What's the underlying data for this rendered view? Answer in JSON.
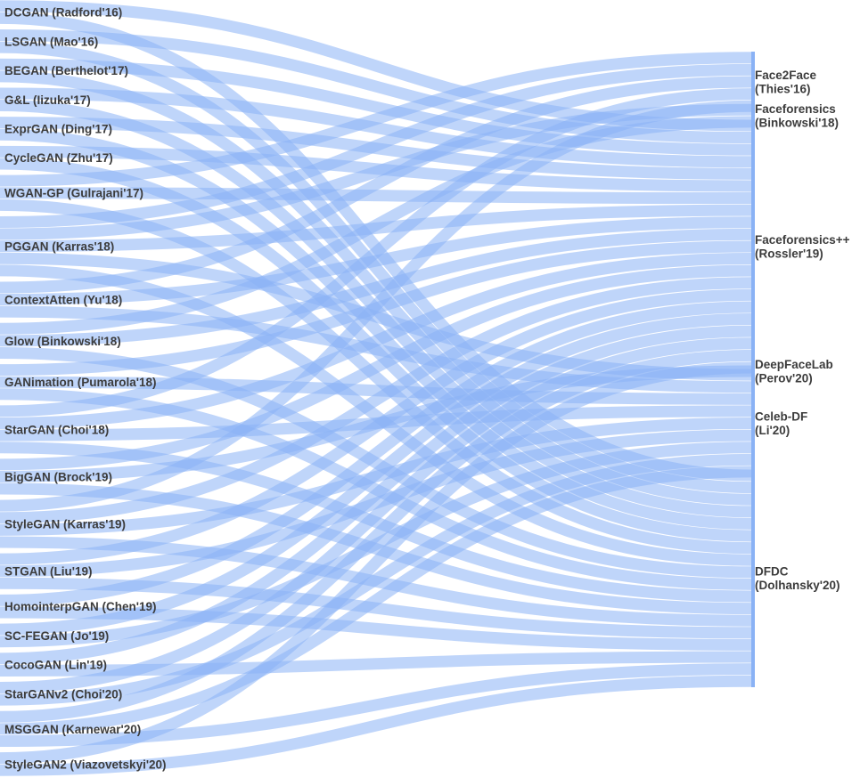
{
  "colors": {
    "link": "#8ab2f5",
    "node": "#8ab2f5",
    "label": "#3c3c3c"
  },
  "chart_data": {
    "type": "sankey",
    "sources": [
      {
        "id": "dcgan",
        "label": "DCGAN (Radford'16)"
      },
      {
        "id": "lsgan",
        "label": "LSGAN (Mao'16)"
      },
      {
        "id": "began",
        "label": "BEGAN (Berthelot'17)"
      },
      {
        "id": "gl",
        "label": "G&L (Iizuka'17)"
      },
      {
        "id": "exprgan",
        "label": "ExprGAN (Ding'17)"
      },
      {
        "id": "cyclegan",
        "label": "CycleGAN (Zhu'17)"
      },
      {
        "id": "wgangp",
        "label": "WGAN-GP (Gulrajani'17)"
      },
      {
        "id": "pggan",
        "label": "PGGAN (Karras'18)"
      },
      {
        "id": "contextatten",
        "label": "ContextAtten (Yu'18)"
      },
      {
        "id": "glow",
        "label": "Glow (Binkowski'18)"
      },
      {
        "id": "ganimation",
        "label": "GANimation (Pumarola'18)"
      },
      {
        "id": "stargan",
        "label": "StarGAN (Choi'18)"
      },
      {
        "id": "biggan",
        "label": "BigGAN (Brock'19)"
      },
      {
        "id": "stylegan",
        "label": "StyleGAN (Karras'19)"
      },
      {
        "id": "stgan",
        "label": "STGAN (Liu'19)"
      },
      {
        "id": "homointerpgan",
        "label": "HomointerpGAN (Chen'19)"
      },
      {
        "id": "scfegan",
        "label": "SC-FEGAN (Jo'19)"
      },
      {
        "id": "cocogan",
        "label": "CocoGAN (Lin'19)"
      },
      {
        "id": "starganv2",
        "label": "StarGANv2 (Choi'20)"
      },
      {
        "id": "msggan",
        "label": "MSGGAN (Karnewar'20)"
      },
      {
        "id": "stylegan2",
        "label": "StyleGAN2 (Viazovetskyi'20)"
      }
    ],
    "targets": [
      {
        "id": "face2face",
        "label": [
          "Face2Face",
          "(Thies'16)"
        ]
      },
      {
        "id": "faceforensics",
        "label": [
          "Faceforensics",
          "(Binkowski'18)"
        ]
      },
      {
        "id": "faceforensicspp",
        "label": [
          "Faceforensics++",
          "(Rossler'19)"
        ]
      },
      {
        "id": "deepfacelab",
        "label": [
          "DeepFaceLab",
          "(Perov'20)"
        ]
      },
      {
        "id": "celebdf",
        "label": [
          "Celeb-DF",
          "(Li'20)"
        ]
      },
      {
        "id": "dfdc",
        "label": [
          "DFDC",
          "(Dolhansky'20)"
        ]
      }
    ],
    "links": [
      {
        "source": "dcgan",
        "target": "faceforensicspp",
        "value": 1
      },
      {
        "source": "dcgan",
        "target": "dfdc",
        "value": 1
      },
      {
        "source": "lsgan",
        "target": "faceforensicspp",
        "value": 1
      },
      {
        "source": "lsgan",
        "target": "dfdc",
        "value": 1
      },
      {
        "source": "began",
        "target": "faceforensicspp",
        "value": 1
      },
      {
        "source": "began",
        "target": "dfdc",
        "value": 1
      },
      {
        "source": "gl",
        "target": "faceforensicspp",
        "value": 1
      },
      {
        "source": "gl",
        "target": "dfdc",
        "value": 1
      },
      {
        "source": "exprgan",
        "target": "faceforensicspp",
        "value": 1
      },
      {
        "source": "exprgan",
        "target": "dfdc",
        "value": 1
      },
      {
        "source": "cyclegan",
        "target": "faceforensicspp",
        "value": 1
      },
      {
        "source": "cyclegan",
        "target": "dfdc",
        "value": 1
      },
      {
        "source": "wgangp",
        "target": "face2face",
        "value": 1
      },
      {
        "source": "wgangp",
        "target": "faceforensicspp",
        "value": 1
      },
      {
        "source": "wgangp",
        "target": "dfdc",
        "value": 1
      },
      {
        "source": "pggan",
        "target": "face2face",
        "value": 1
      },
      {
        "source": "pggan",
        "target": "faceforensics",
        "value": 1
      },
      {
        "source": "pggan",
        "target": "faceforensicspp",
        "value": 1
      },
      {
        "source": "pggan",
        "target": "celebdf",
        "value": 1
      },
      {
        "source": "pggan",
        "target": "dfdc",
        "value": 1
      },
      {
        "source": "contextatten",
        "target": "face2face",
        "value": 1
      },
      {
        "source": "contextatten",
        "target": "faceforensicspp",
        "value": 1
      },
      {
        "source": "contextatten",
        "target": "celebdf",
        "value": 1
      },
      {
        "source": "glow",
        "target": "faceforensics",
        "value": 1
      },
      {
        "source": "glow",
        "target": "faceforensicspp",
        "value": 1
      },
      {
        "source": "glow",
        "target": "dfdc",
        "value": 1
      },
      {
        "source": "ganimation",
        "target": "faceforensicspp",
        "value": 1
      },
      {
        "source": "ganimation",
        "target": "celebdf",
        "value": 1
      },
      {
        "source": "ganimation",
        "target": "dfdc",
        "value": 1
      },
      {
        "source": "stargan",
        "target": "face2face",
        "value": 1
      },
      {
        "source": "stargan",
        "target": "faceforensicspp",
        "value": 1
      },
      {
        "source": "stargan",
        "target": "celebdf",
        "value": 1
      },
      {
        "source": "stargan",
        "target": "dfdc",
        "value": 1
      },
      {
        "source": "biggan",
        "target": "faceforensicspp",
        "value": 1
      },
      {
        "source": "biggan",
        "target": "deepfacelab",
        "value": 1
      },
      {
        "source": "biggan",
        "target": "dfdc",
        "value": 1
      },
      {
        "source": "stylegan",
        "target": "face2face",
        "value": 1
      },
      {
        "source": "stylegan",
        "target": "faceforensicspp",
        "value": 1
      },
      {
        "source": "stylegan",
        "target": "celebdf",
        "value": 1
      },
      {
        "source": "stylegan",
        "target": "dfdc",
        "value": 1
      },
      {
        "source": "stgan",
        "target": "faceforensicspp",
        "value": 1
      },
      {
        "source": "stgan",
        "target": "celebdf",
        "value": 1
      },
      {
        "source": "stgan",
        "target": "dfdc",
        "value": 1
      },
      {
        "source": "homointerpgan",
        "target": "faceforensicspp",
        "value": 1
      },
      {
        "source": "homointerpgan",
        "target": "dfdc",
        "value": 1
      },
      {
        "source": "scfegan",
        "target": "faceforensicspp",
        "value": 1
      },
      {
        "source": "scfegan",
        "target": "celebdf",
        "value": 1
      },
      {
        "source": "cocogan",
        "target": "faceforensicspp",
        "value": 1
      },
      {
        "source": "cocogan",
        "target": "dfdc",
        "value": 1
      },
      {
        "source": "starganv2",
        "target": "faceforensicspp",
        "value": 1
      },
      {
        "source": "starganv2",
        "target": "celebdf",
        "value": 1
      },
      {
        "source": "msggan",
        "target": "faceforensicspp",
        "value": 1
      },
      {
        "source": "msggan",
        "target": "celebdf",
        "value": 1
      },
      {
        "source": "msggan",
        "target": "dfdc",
        "value": 1
      },
      {
        "source": "stylegan2",
        "target": "faceforensicspp",
        "value": 1
      },
      {
        "source": "stylegan2",
        "target": "dfdc",
        "value": 1
      }
    ]
  }
}
